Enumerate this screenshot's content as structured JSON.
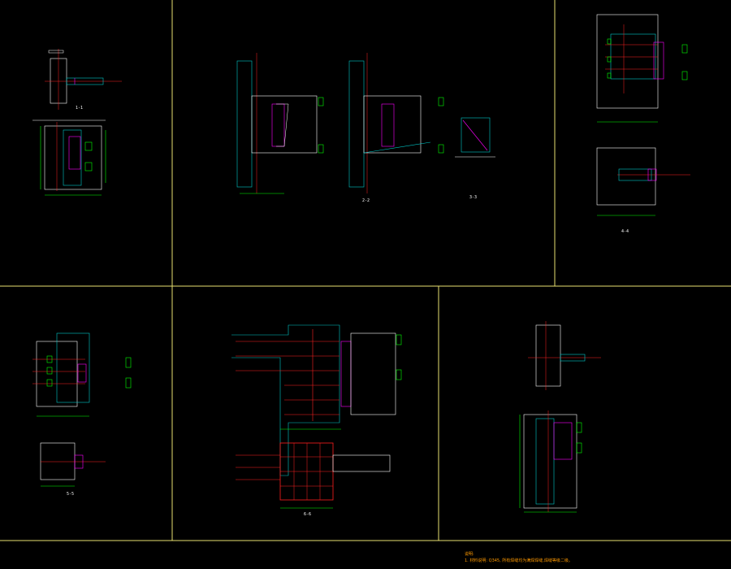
{
  "colors": {
    "background": "#000000",
    "frame": "#e8e070",
    "outline": "#ffffff",
    "steel": "#00c8c8",
    "rebar": "#ff2020",
    "dimension": "#00ff00",
    "connection": "#ff00ff",
    "notes": "#ff9900"
  },
  "sections": {
    "s1": "1-1",
    "s2": "2-2",
    "s3": "3-3",
    "s4": "4-4",
    "s5": "5-5",
    "s6": "6-6"
  },
  "notes": {
    "heading": "说明:",
    "line1": "1. 材料说明: Q345, 所有焊缝均为满焊焊缝,焊缝等级二级。"
  }
}
